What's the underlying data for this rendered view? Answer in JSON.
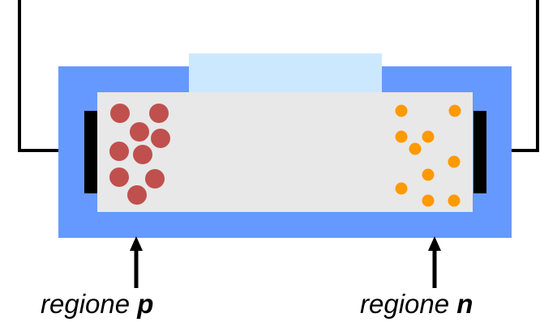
{
  "colors": {
    "substrate": "#6699FF",
    "top_layer": "#CCE8FF",
    "semiconductor_body": "#E8E8E8",
    "contact": "#000000",
    "wire": "#000000",
    "holes": "#C0504D",
    "electrons": "#FF9900",
    "arrows": "#000000"
  },
  "icons": {
    "hole": "filled-circle-large",
    "electron": "filled-circle-small",
    "arrow": "up-arrow"
  },
  "labels": {
    "p_region": {
      "prefix": "regione ",
      "suffix": "p"
    },
    "n_region": {
      "prefix": "regione ",
      "suffix": "n"
    }
  }
}
